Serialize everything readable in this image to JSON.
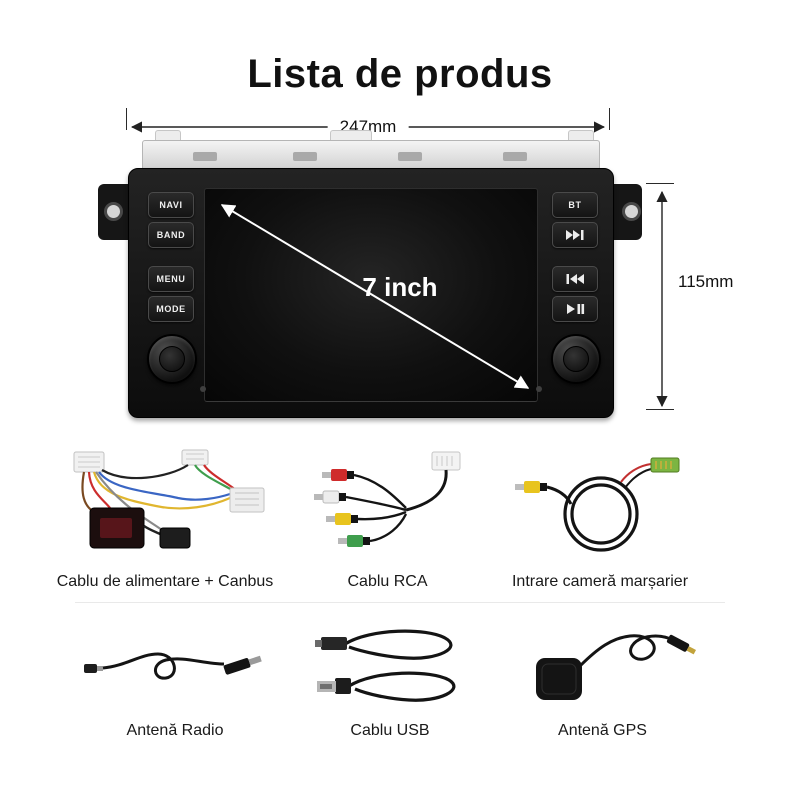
{
  "page": {
    "title": "Lista de produs"
  },
  "dimensions": {
    "width": "247mm",
    "height": "115mm"
  },
  "head_unit": {
    "screen_label": "7 inch",
    "left_buttons": [
      "NAVI",
      "BAND",
      "MENU",
      "MODE"
    ],
    "right_buttons": [
      {
        "label": "BT",
        "icon": ""
      },
      {
        "label": "",
        "icon": "next-track-icon"
      },
      {
        "label": "",
        "icon": "previous-track-icon"
      },
      {
        "label": "",
        "icon": "play-pause-icon"
      }
    ]
  },
  "accessories": [
    {
      "label": "Cablu de alimentare + Canbus",
      "icon": "power-canbus-cable"
    },
    {
      "label": "Cablu RCA",
      "icon": "rca-cable"
    },
    {
      "label": "Intrare cameră marșarier",
      "icon": "reverse-camera-input-cable"
    },
    {
      "label": "Antenă Radio",
      "icon": "radio-antenna-cable"
    },
    {
      "label": "Cablu USB",
      "icon": "usb-cable"
    },
    {
      "label": "Antenă GPS",
      "icon": "gps-antenna"
    }
  ],
  "colors": {
    "rca_red": "#cf2b2b",
    "rca_yellow": "#e8c41e",
    "rca_green": "#3f9e4d",
    "connector_green": "#7cb542",
    "unit_black": "#141414"
  }
}
